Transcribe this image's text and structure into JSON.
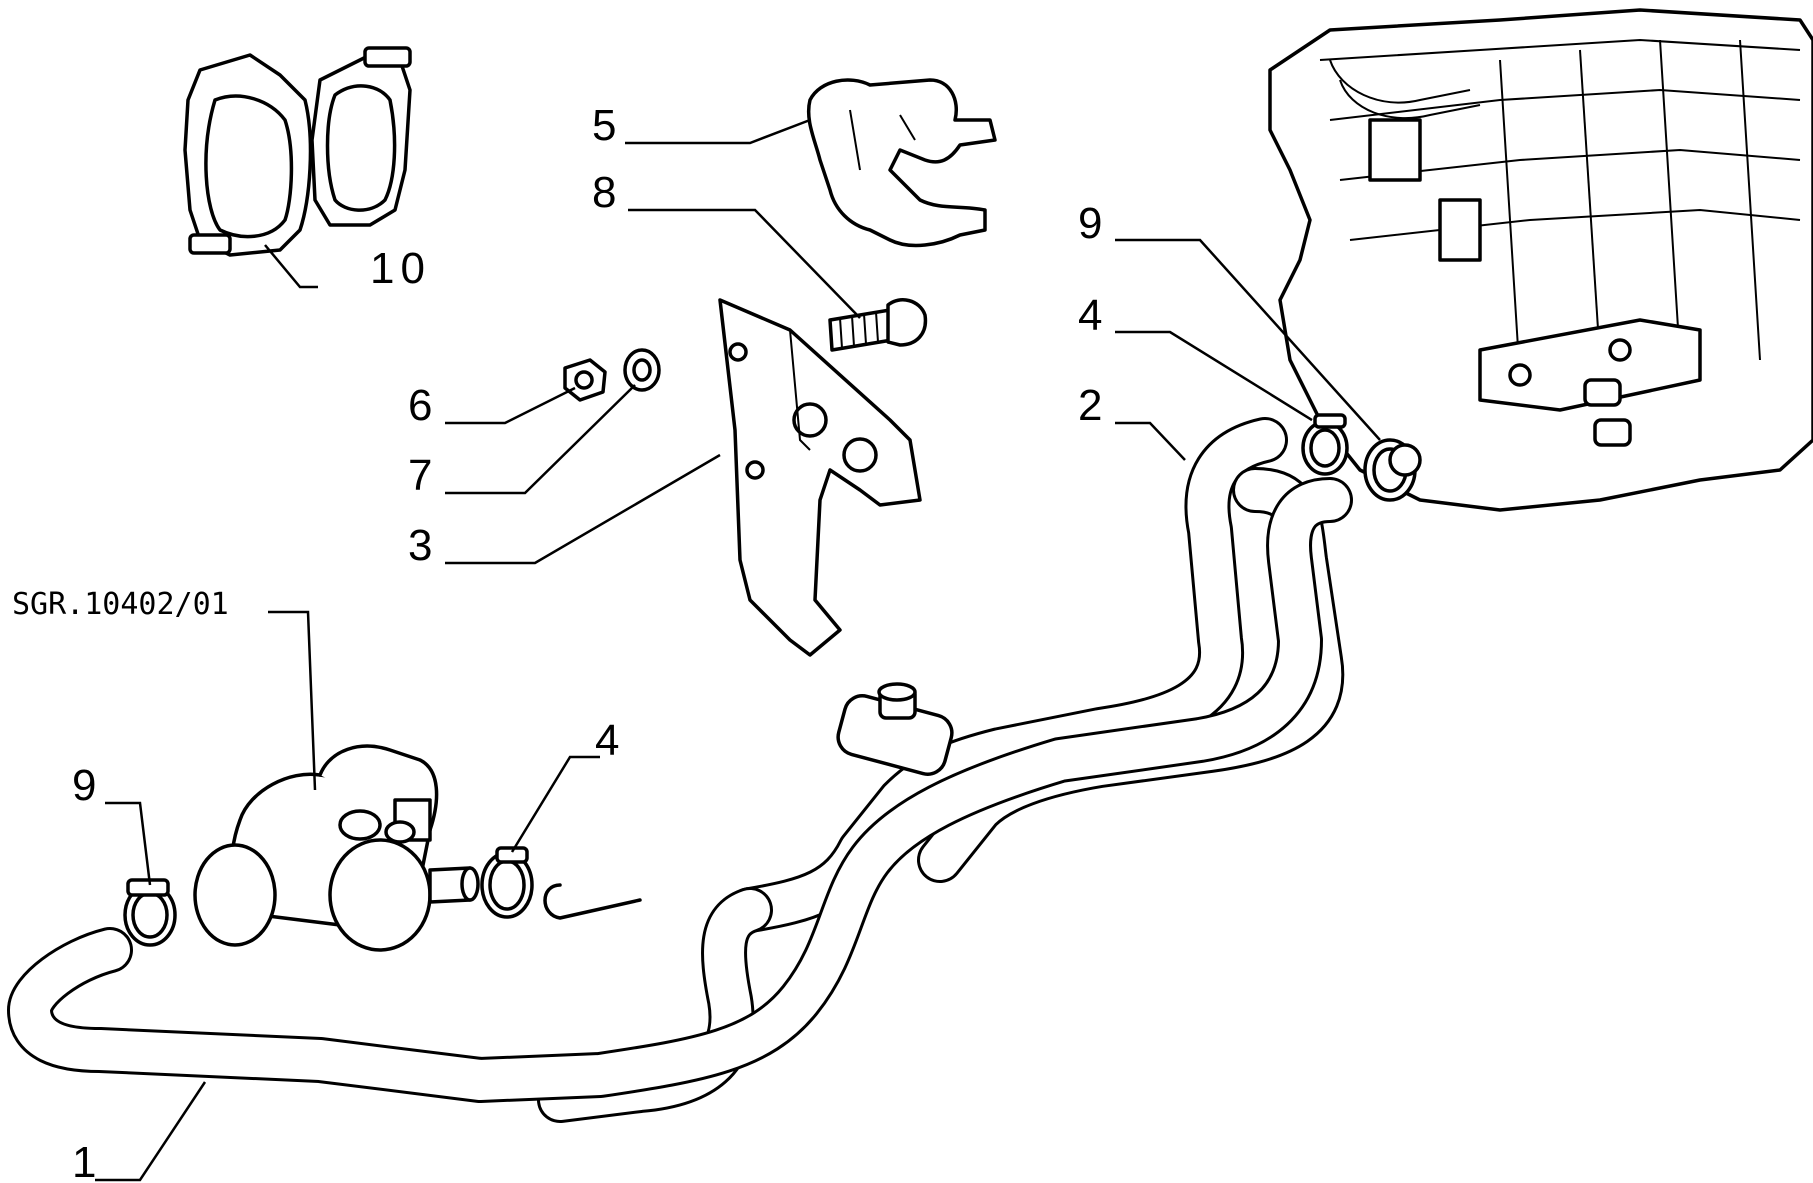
{
  "reference_code": "SGR.10402/01",
  "callouts": {
    "c1": "1",
    "c2": "2",
    "c3": "3",
    "c4_upper": "4",
    "c4_lower": "4",
    "c5": "5",
    "c6": "6",
    "c7": "7",
    "c8": "8",
    "c9_upper": "9",
    "c9_lower": "9",
    "c10": "10"
  }
}
